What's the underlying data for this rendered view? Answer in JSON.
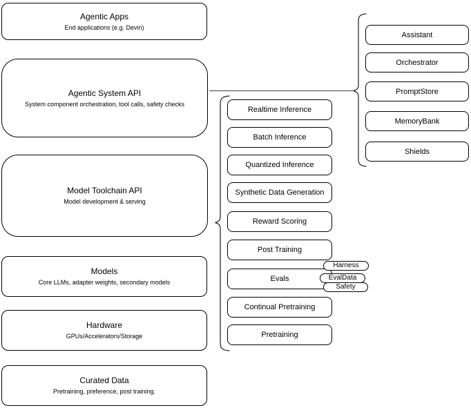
{
  "diagram": {
    "left_stack": [
      {
        "title": "Agentic Apps",
        "subtitle": "End applications (e.g. Devin)"
      },
      {
        "title": "Agentic System API",
        "subtitle": "System component orchestration, tool calls, safety checks"
      },
      {
        "title": "Model Toolchain API",
        "subtitle": "Model development & serving"
      },
      {
        "title": "Models",
        "subtitle": "Core LLMs, adapter weights, secondary models"
      },
      {
        "title": "Hardware",
        "subtitle": "GPUs/Accelerators/Storage"
      },
      {
        "title": "Curated Data",
        "subtitle": "Pretraining, preference, post training."
      }
    ],
    "toolchain_components": [
      {
        "label": "Realtime Inference"
      },
      {
        "label": "Batch Inference"
      },
      {
        "label": "Quantized Inference"
      },
      {
        "label": "Synthetic Data Generation"
      },
      {
        "label": "Reward Scoring"
      },
      {
        "label": "Post Training"
      },
      {
        "label": "Evals"
      },
      {
        "label": "Continual Pretraining"
      },
      {
        "label": "Pretraining"
      }
    ],
    "system_components": [
      {
        "label": "Assistant"
      },
      {
        "label": "Orchestrator"
      },
      {
        "label": "PromptStore"
      },
      {
        "label": "MemoryBank"
      },
      {
        "label": "Shields"
      }
    ],
    "evals_tags": [
      {
        "label": "Harness"
      },
      {
        "label": "EvalData"
      },
      {
        "label": "Safety"
      }
    ],
    "colors": {
      "background": "#ffffff",
      "node_fill": "#ffffff",
      "node_border": "#000000",
      "text": "#000000",
      "connector": "#595959",
      "brace": "#1a1a1a"
    }
  }
}
